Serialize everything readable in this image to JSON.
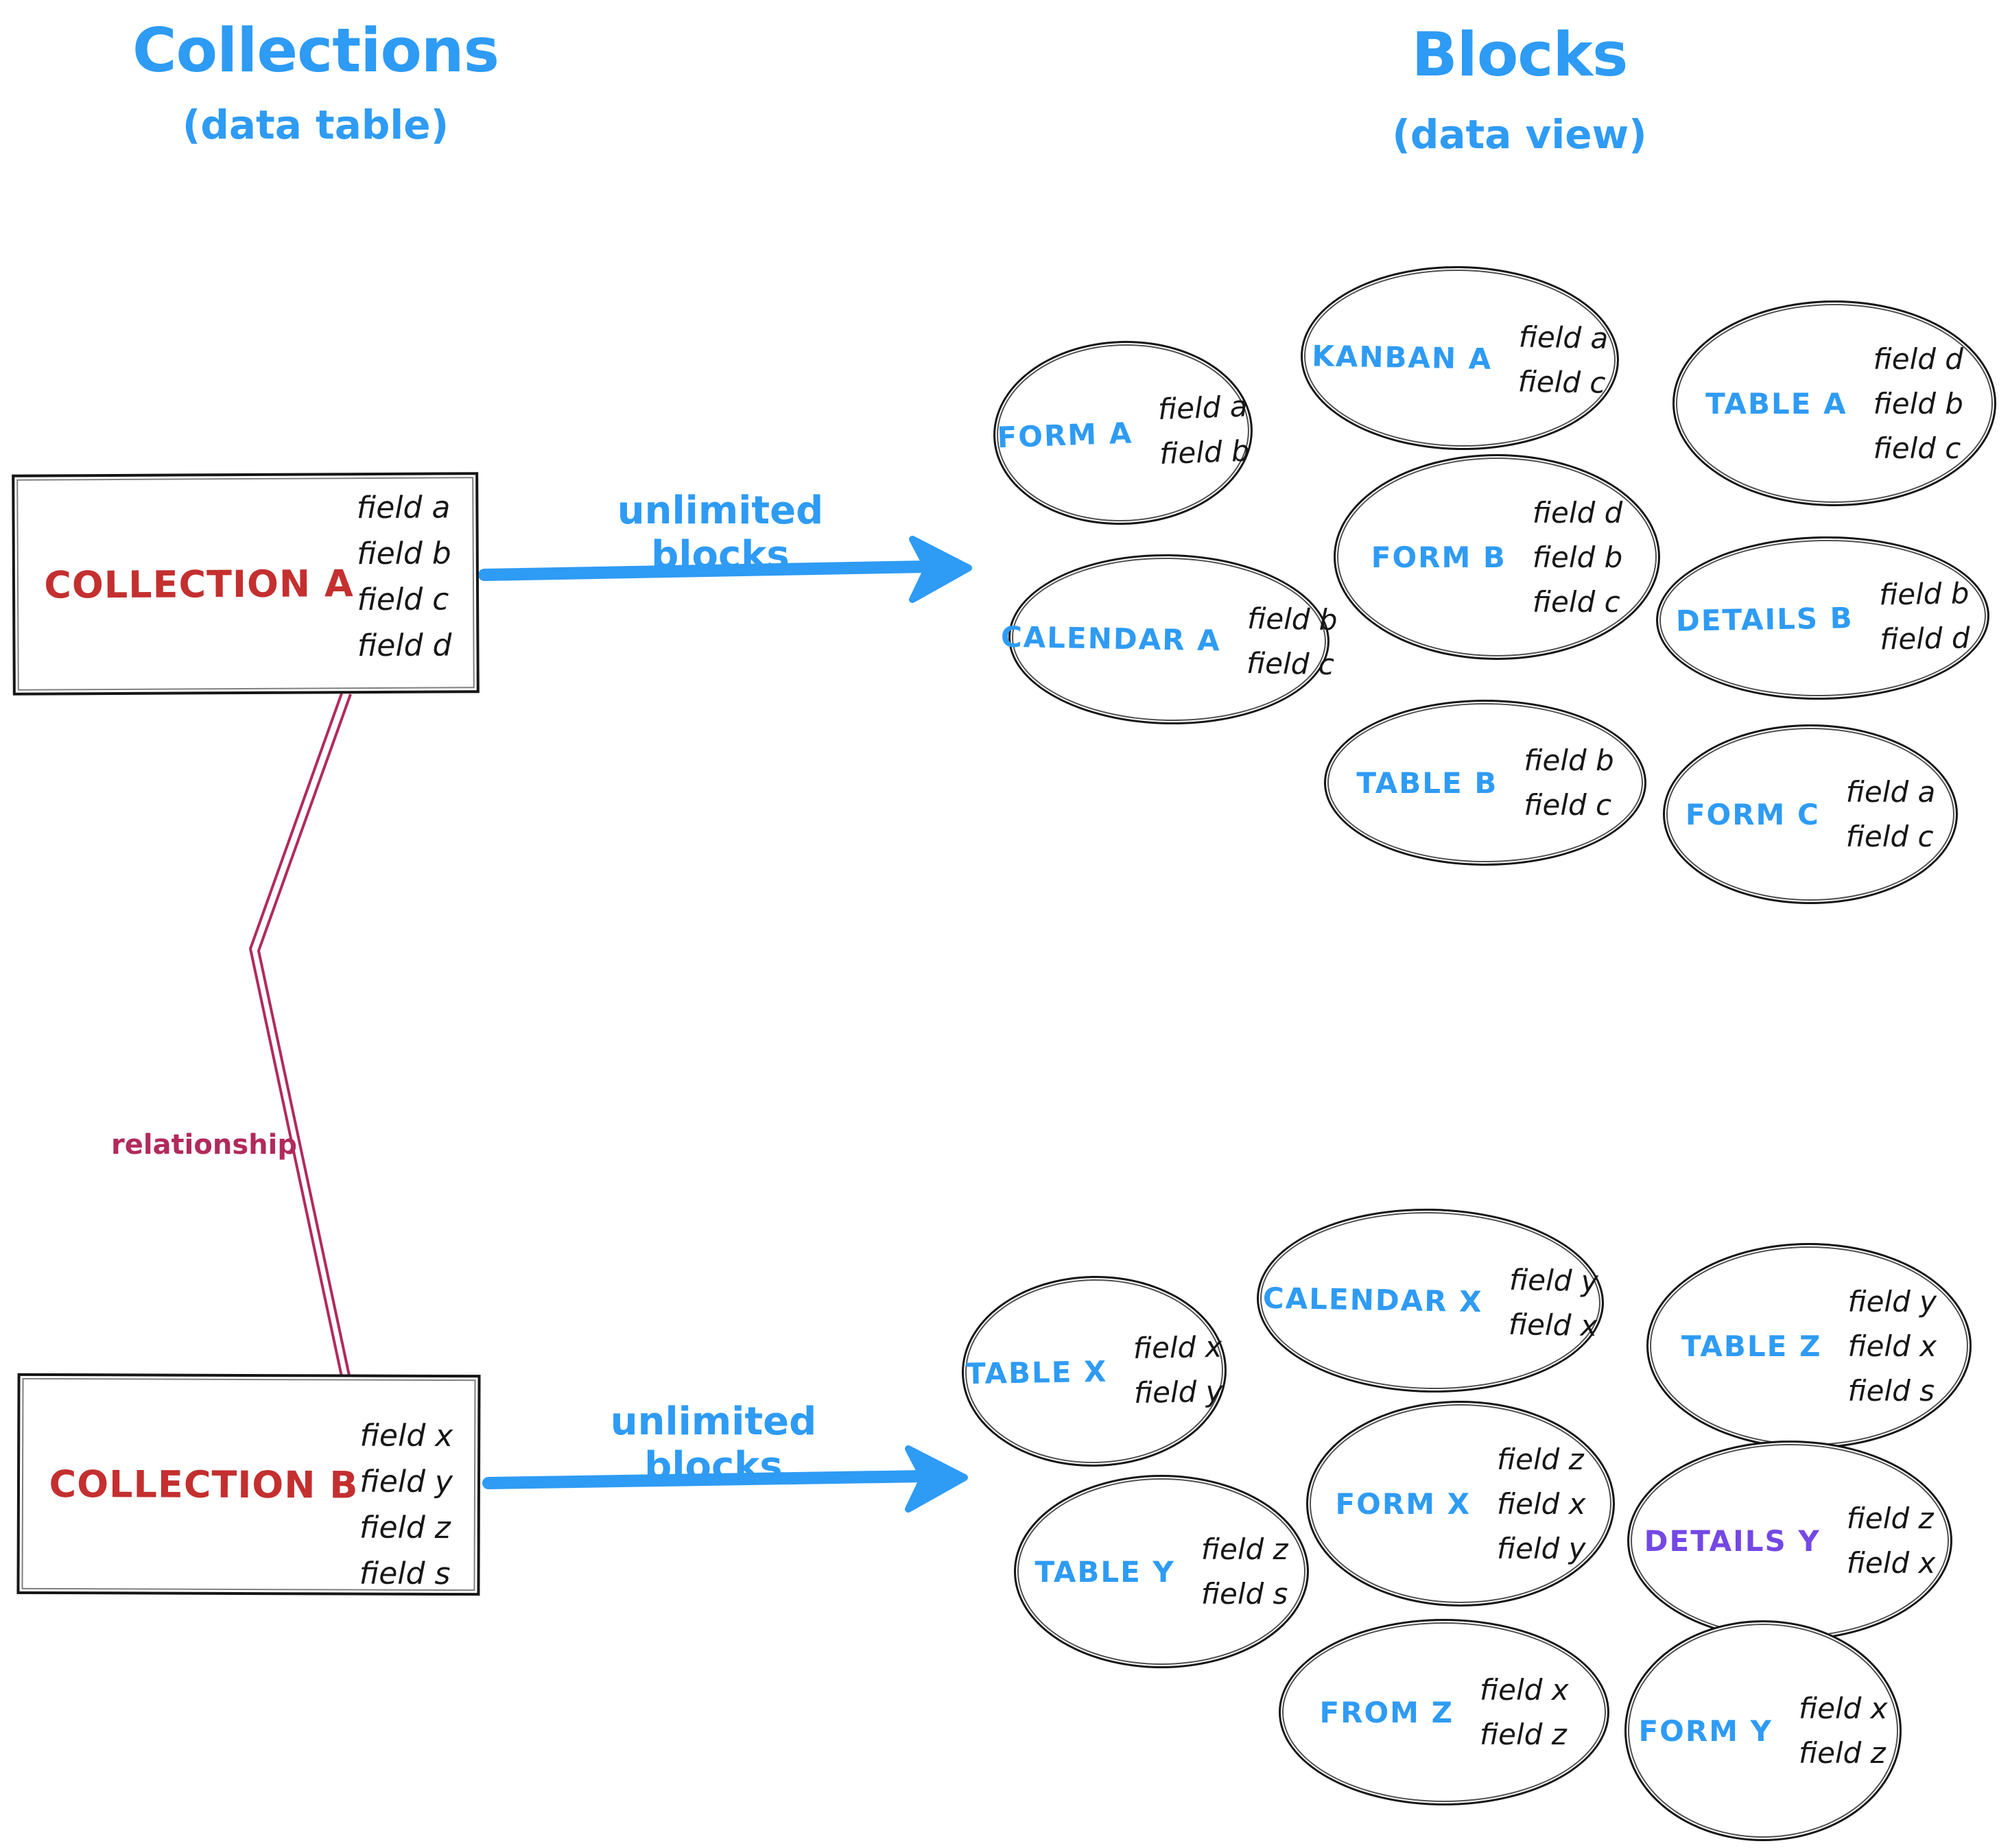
{
  "titles": {
    "left": {
      "title": "Collections",
      "subtitle": "(data table)"
    },
    "right": {
      "title": "Blocks",
      "subtitle": "(data view)"
    }
  },
  "colors": {
    "blue": "#2e9bf4",
    "red": "#c42f2f",
    "crimson": "#b12a5b",
    "purple": "#7448e5",
    "ink": "#161616"
  },
  "collections": [
    {
      "name": "COLLECTION A",
      "fields": [
        "field a",
        "field b",
        "field c",
        "field d"
      ],
      "arrow_label": "unlimited blocks"
    },
    {
      "name": "COLLECTION B",
      "fields": [
        "field x",
        "field y",
        "field z",
        "field s"
      ],
      "arrow_label": "unlimited blocks"
    }
  ],
  "relationship_label": "relationship",
  "blocks": {
    "cluster_a": [
      {
        "label": "FORM A",
        "fields": [
          "field a",
          "field b"
        ]
      },
      {
        "label": "KANBAN A",
        "fields": [
          "field a",
          "field c"
        ]
      },
      {
        "label": "TABLE A",
        "fields": [
          "field d",
          "field b",
          "field c"
        ]
      },
      {
        "label": "CALENDAR A",
        "fields": [
          "field b",
          "field c"
        ]
      },
      {
        "label": "FORM B",
        "fields": [
          "field d",
          "field b",
          "field c"
        ]
      },
      {
        "label": "DETAILS B",
        "fields": [
          "field b",
          "field d"
        ]
      },
      {
        "label": "TABLE B",
        "fields": [
          "field b",
          "field c"
        ]
      },
      {
        "label": "FORM C",
        "fields": [
          "field a",
          "field c"
        ]
      }
    ],
    "cluster_b": [
      {
        "label": "TABLE X",
        "fields": [
          "field x",
          "field y"
        ]
      },
      {
        "label": "CALENDAR X",
        "fields": [
          "field y",
          "field x"
        ]
      },
      {
        "label": "TABLE Z",
        "fields": [
          "field y",
          "field x",
          "field s"
        ]
      },
      {
        "label": "TABLE Y",
        "fields": [
          "field z",
          "field s"
        ]
      },
      {
        "label": "FORM X",
        "fields": [
          "field z",
          "field x",
          "field y"
        ]
      },
      {
        "label": "DETAILS Y",
        "fields": [
          "field z",
          "field x"
        ]
      },
      {
        "label": "FROM Z",
        "fields": [
          "field x",
          "field z"
        ]
      },
      {
        "label": "FORM Y",
        "fields": [
          "field x",
          "field z"
        ]
      }
    ]
  }
}
